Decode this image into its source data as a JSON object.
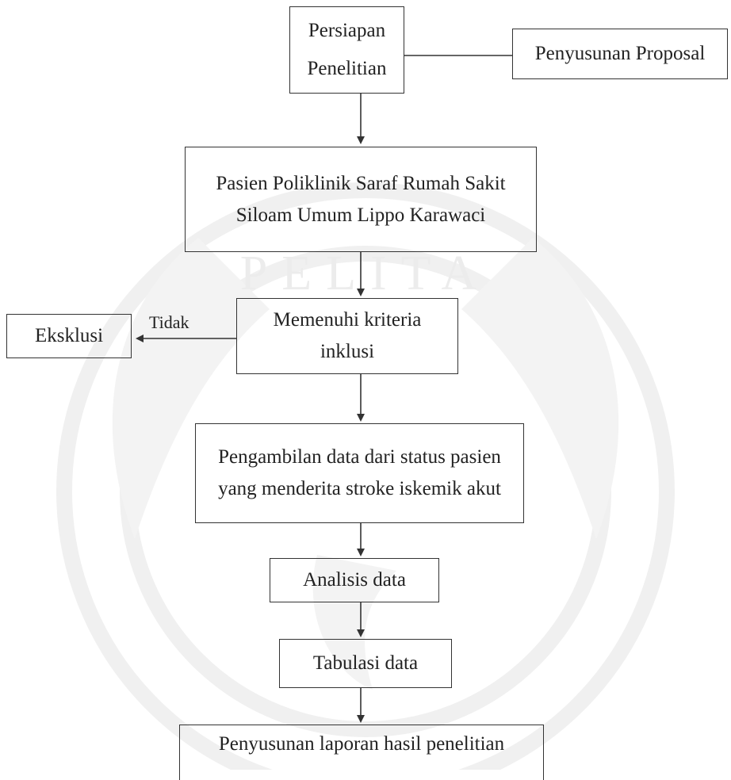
{
  "boxes": {
    "persiapan": "Persiapan Penelitian",
    "proposal": "Penyusunan Proposal",
    "pasien": "Pasien Poliklinik Saraf Rumah Sakit Siloam Umum Lippo Karawaci",
    "kriteria": "Memenuhi kriteria inklusi",
    "eksklusi": "Eksklusi",
    "pengambilan": "Pengambilan data dari status pasien yang menderita stroke iskemik akut",
    "analisis": "Analisis data",
    "tabulasi": "Tabulasi data",
    "laporan": "Penyusunan laporan hasil penelitian"
  },
  "labels": {
    "tidak": "Tidak"
  },
  "watermark": {
    "text": "PELITA"
  }
}
